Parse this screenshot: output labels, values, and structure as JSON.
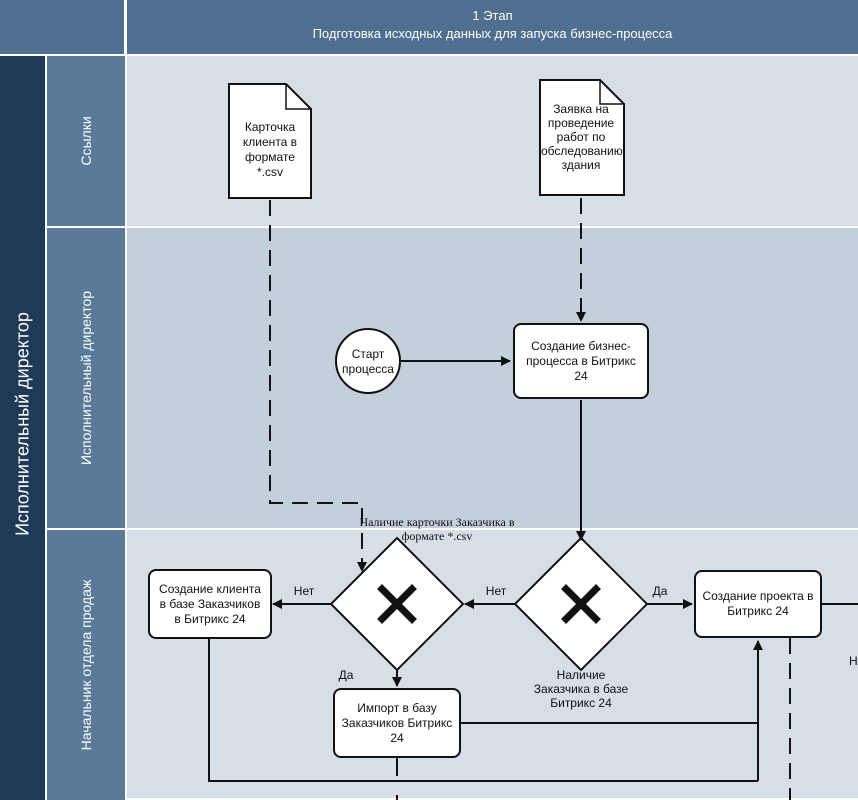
{
  "header": {
    "stage": "1 Этап",
    "subtitle": "Подготовка исходных данных для запуска бизнес-процесса"
  },
  "pool": {
    "label": "Исполнительный директор"
  },
  "lanes": {
    "links": "Ссылки",
    "exec_director": "Исполнительный директор",
    "sales_head": "Начальник отдела продаж"
  },
  "documents": {
    "client_card": "Карточка клиента в формате *.csv",
    "survey_request": "Заявка на проведение работ по обследованию здания"
  },
  "nodes": {
    "start_event": "Старт процесса",
    "create_process": "Создание бизнес-процесса в Битрикс 24",
    "create_client": "Создание клиента в базе Заказчиков в Битрикс 24",
    "import_customers": "Импорт в базу Заказчиков Битрикс 24",
    "create_project": "Создание проекта в Битрикс 24"
  },
  "gateways": {
    "card_check": "Наличие карточки Заказчика в формате *.csv",
    "customer_check": "Наличие Заказчика в базе Битрикс 24"
  },
  "edge_labels": {
    "no_left": "Нет",
    "no_right": "Нет",
    "yes_down": "Да",
    "yes_right": "Да",
    "cut_off": "Н"
  },
  "colors": {
    "header_bg": "#4e6f8f",
    "lane_label_bg": "#597a99",
    "links_lane_bg": "#d6dee6",
    "exec_lane_bg": "#c3d0dc",
    "sales_lane_bg": "#d6dee6"
  }
}
